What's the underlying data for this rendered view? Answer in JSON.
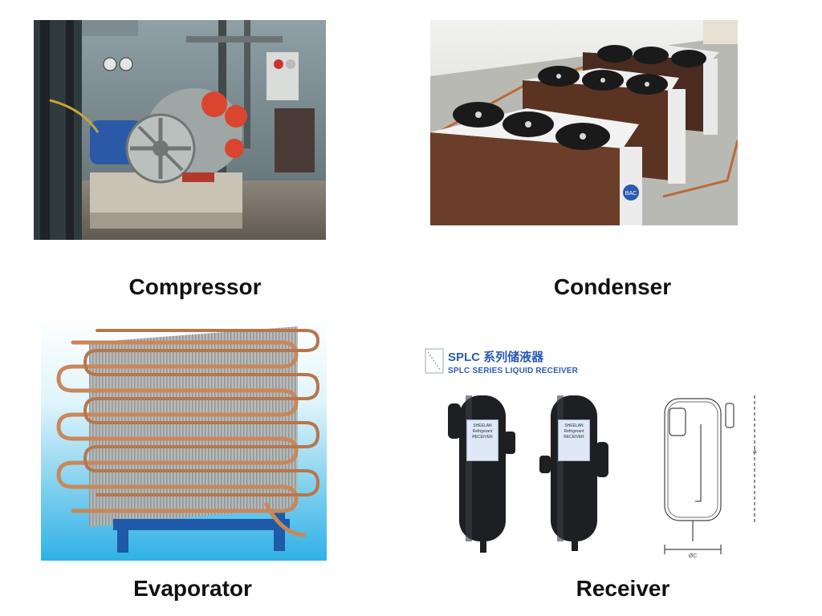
{
  "slide": {
    "panels": [
      {
        "caption": "Compressor"
      },
      {
        "caption": "Condenser"
      },
      {
        "caption": "Evaporator"
      },
      {
        "caption": "Receiver"
      }
    ],
    "receiver_product": {
      "title": "SPLC 系列储液器",
      "subtitle": "SPLC SERIES LIQUID RECEIVER",
      "tank_label_lines": [
        "SHEELAN",
        "Refrigerant",
        "RECEIVER"
      ],
      "diagram_labels": {
        "height": "A",
        "diameter": "ØC"
      }
    },
    "condenser_brand": "BAC"
  },
  "colors": {
    "copper": "#c9875a",
    "tank": "#1d1f22",
    "condenser_housing": "#6b3e2a",
    "fan": "#1a1a1a",
    "brand_blue": "#2b5bb0"
  }
}
